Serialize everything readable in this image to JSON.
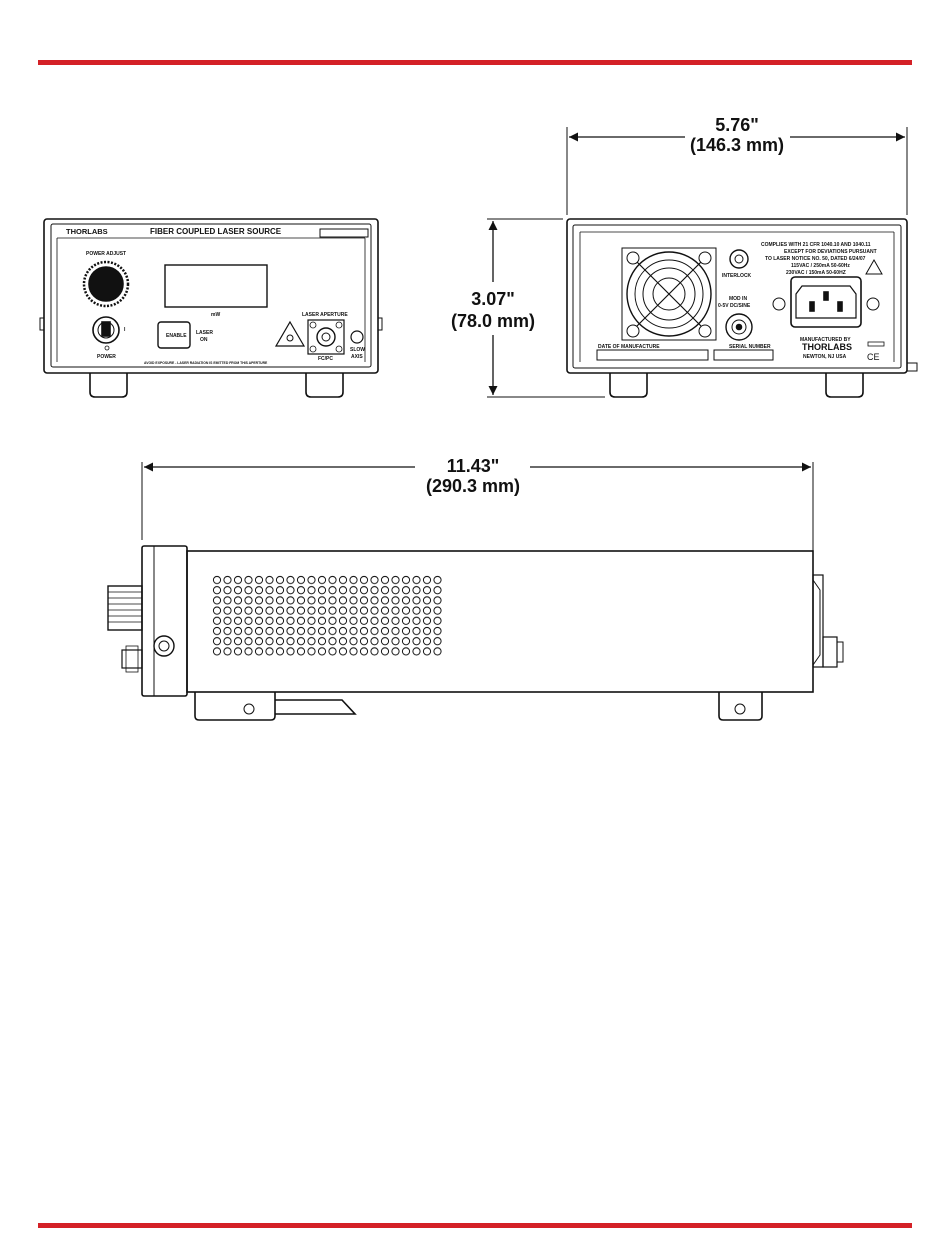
{
  "colors": {
    "rule": "#d42127",
    "line": "#111111"
  },
  "dimensions": {
    "width_in": "5.76\"",
    "width_mm": "(146.3 mm)",
    "height_in": "3.07\"",
    "height_mm": "(78.0 mm)",
    "depth_in": "11.43\"",
    "depth_mm": "(290.3 mm)"
  },
  "front": {
    "brand": "THORLABS",
    "title": "FIBER COUPLED LASER SOURCE",
    "power_adjust": "POWER ADJUST",
    "unit": "mW",
    "enable": "ENABLE",
    "laser_on_1": "LASER",
    "laser_on_2": "ON",
    "key_on": "I",
    "key_off": "O",
    "power": "POWER",
    "laser_aperture": "LASER APERTURE",
    "fc_pc": "FC/PC",
    "slow_1": "SLOW",
    "slow_2": "AXIS",
    "warning": "AVOID EXPOSURE - LASER RADIATION IS EMITTED FROM THIS APERTURE"
  },
  "rear": {
    "compliance": [
      "COMPLIES WITH 21 CFR 1040.10 AND 1040.11",
      "EXCEPT FOR DEVIATIONS PURSUANT",
      "TO LASER NOTICE NO. 50, DATED 6/24/07",
      "115VAC / 250mA 50-60Hz",
      "230VAC / 150mA 50-60HZ"
    ],
    "interlock": "INTERLOCK",
    "mod_in_1": "MOD IN",
    "mod_in_2": "0-5V DC/SINE",
    "date_of_manufacture": "DATE OF MANUFACTURE",
    "serial_number": "SERIAL NUMBER",
    "manufactured_by": "MANUFACTURED BY",
    "brand": "THORLABS",
    "location": "NEWTON, NJ USA",
    "ce": "CE"
  }
}
